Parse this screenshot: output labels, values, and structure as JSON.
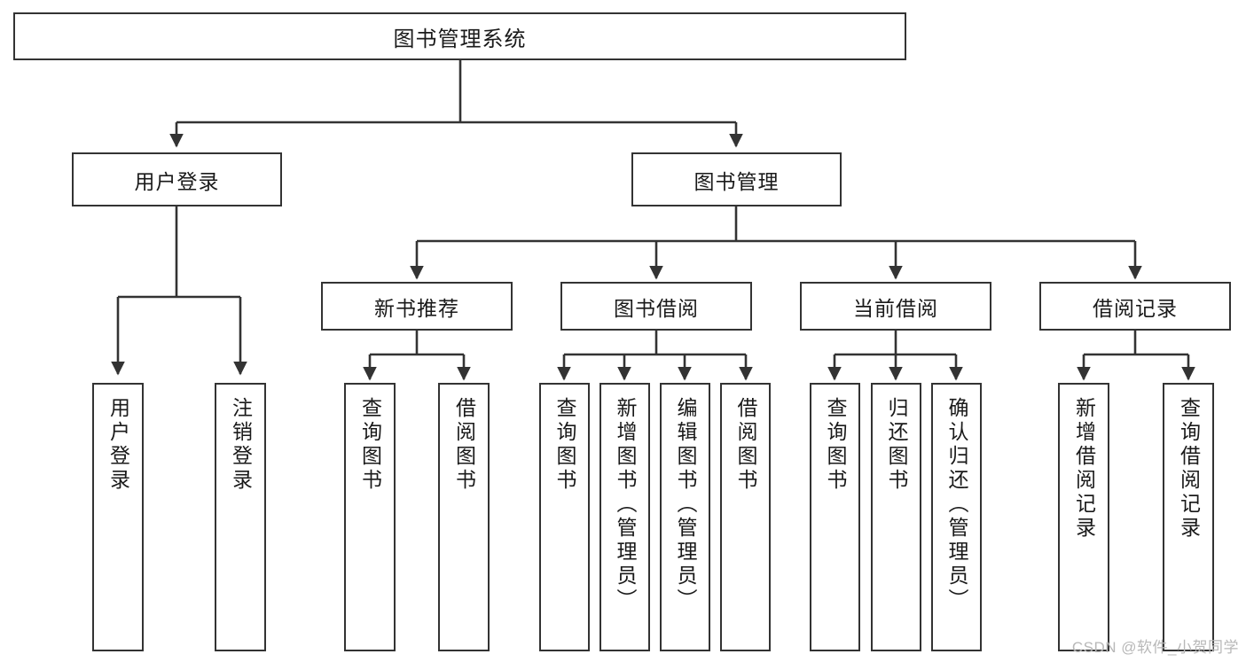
{
  "diagram": {
    "type": "tree-hierarchy-flowchart",
    "root": {
      "id": "root",
      "label": "图书管理系统"
    },
    "level2": [
      {
        "id": "user-login",
        "label": "用户登录"
      },
      {
        "id": "book-management",
        "label": "图书管理"
      }
    ],
    "level3": [
      {
        "id": "new-book-recommend",
        "label": "新书推荐",
        "parent": "book-management"
      },
      {
        "id": "book-borrow",
        "label": "图书借阅",
        "parent": "book-management"
      },
      {
        "id": "current-borrow",
        "label": "当前借阅",
        "parent": "book-management"
      },
      {
        "id": "borrow-record",
        "label": "借阅记录",
        "parent": "book-management"
      }
    ],
    "leaves": [
      {
        "id": "leaf-user-login",
        "label": "用户登录",
        "parent": "user-login"
      },
      {
        "id": "leaf-user-logout",
        "label": "注销登录",
        "parent": "user-login"
      },
      {
        "id": "leaf-query-book-1",
        "label": "查询图书",
        "parent": "new-book-recommend"
      },
      {
        "id": "leaf-borrow-book-1",
        "label": "借阅图书",
        "parent": "new-book-recommend"
      },
      {
        "id": "leaf-query-book-2",
        "label": "查询图书",
        "parent": "book-borrow"
      },
      {
        "id": "leaf-add-book",
        "label": "新增图书（管理员）",
        "parent": "book-borrow"
      },
      {
        "id": "leaf-edit-book",
        "label": "编辑图书（管理员）",
        "parent": "book-borrow"
      },
      {
        "id": "leaf-borrow-book-2",
        "label": "借阅图书",
        "parent": "book-borrow"
      },
      {
        "id": "leaf-query-book-3",
        "label": "查询图书",
        "parent": "current-borrow"
      },
      {
        "id": "leaf-return-book",
        "label": "归还图书",
        "parent": "current-borrow"
      },
      {
        "id": "leaf-confirm-return",
        "label": "确认归还（管理员）",
        "parent": "current-borrow"
      },
      {
        "id": "leaf-add-record",
        "label": "新增借阅记录",
        "parent": "borrow-record"
      },
      {
        "id": "leaf-query-record",
        "label": "查询借阅记录",
        "parent": "borrow-record"
      }
    ]
  },
  "watermark": {
    "text": "CSDN @软件_小贺同学"
  },
  "colors": {
    "border": "#333333",
    "fill": "#ffffff",
    "text": "#1a1a1a",
    "watermark": "#b8b8b8"
  }
}
